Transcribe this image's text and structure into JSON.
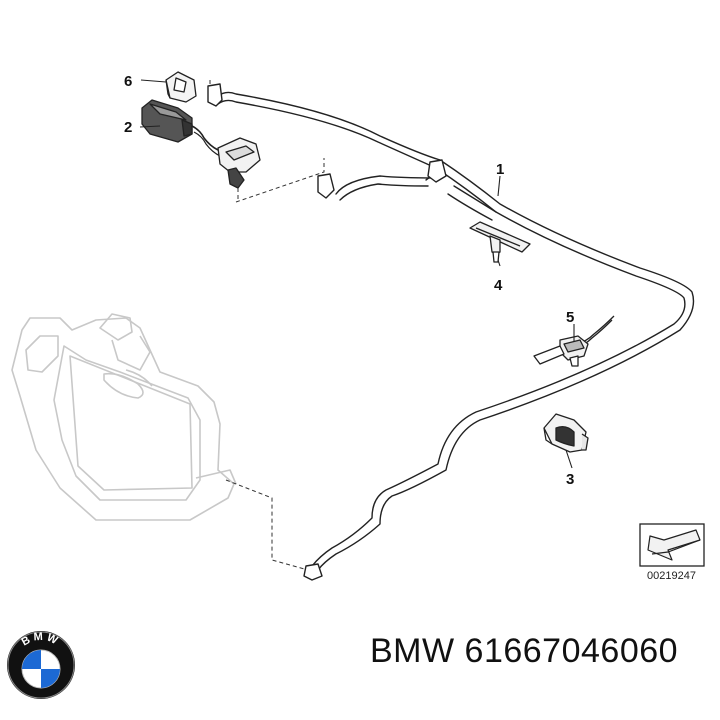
{
  "diagram": {
    "callouts": [
      "1",
      "2",
      "3",
      "4",
      "5",
      "6"
    ],
    "drawing_id": "00219247"
  },
  "brand": {
    "name": "BMW",
    "logo_letters": "BMW",
    "logo_colors": {
      "ring": "#111111",
      "blue": "#1c69d4",
      "white": "#ffffff"
    }
  },
  "caption": {
    "brand": "BMW",
    "part_number": "61667046060"
  }
}
